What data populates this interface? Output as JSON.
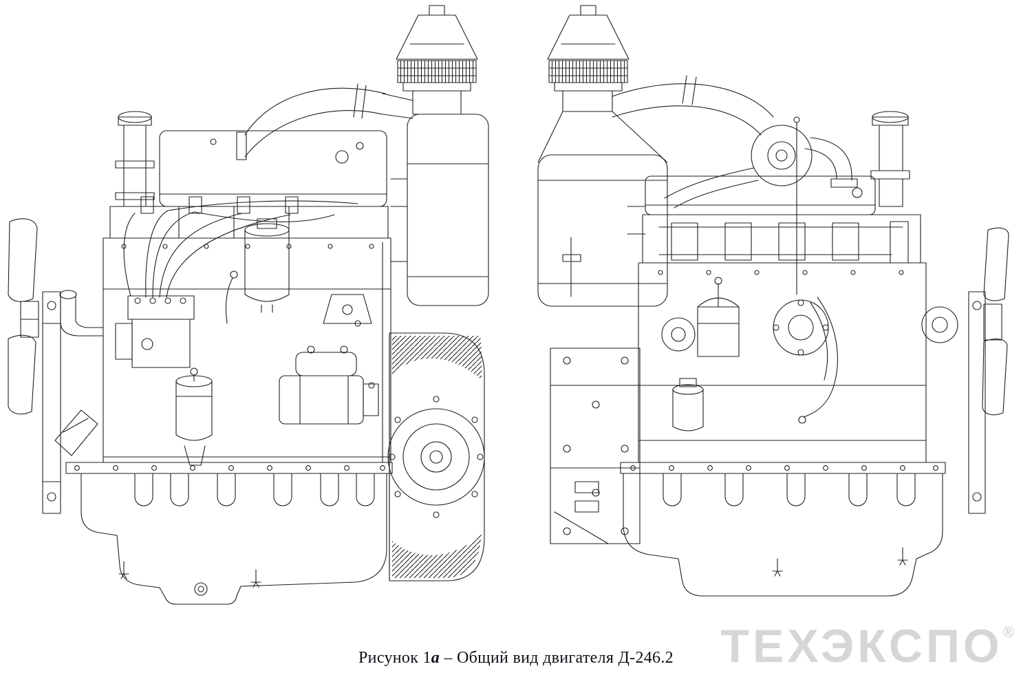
{
  "figure": {
    "caption_prefix": "Рисунок 1",
    "caption_italic": "а",
    "caption_rest": " – Общий вид двигателя Д-246.2"
  },
  "watermark": {
    "text": "ТЕХЭКСПО",
    "registered_mark": "®",
    "color": "#d6d6d6"
  },
  "drawing": {
    "line_color": "#1e1e1e",
    "background_color": "#ffffff"
  }
}
